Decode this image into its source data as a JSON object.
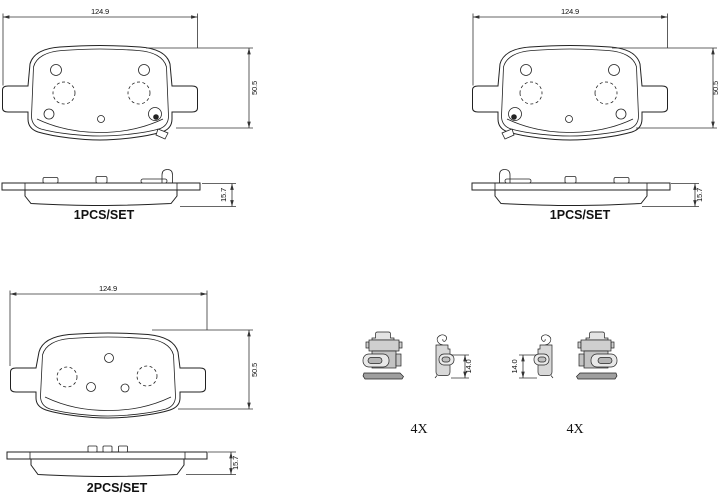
{
  "drawing": {
    "background": "#ffffff",
    "line_color": "#222222",
    "pad_outer_left": {
      "width_mm": "124.9",
      "height_mm": "50.5",
      "thickness_mm": "15.7",
      "set_label": "1PCS/SET"
    },
    "pad_outer_right": {
      "width_mm": "124.9",
      "height_mm": "50.5",
      "thickness_mm": "15.7",
      "set_label": "1PCS/SET"
    },
    "pad_inner": {
      "width_mm": "124.9",
      "height_mm": "50.5",
      "thickness_mm": "15.7",
      "set_label": "2PCS/SET"
    },
    "fitting_kit": {
      "clip_pair_left": {
        "height_mm": "14.0",
        "quantity": "4X"
      },
      "clip_pair_right": {
        "height_mm": "14.0",
        "quantity": "4X"
      }
    }
  }
}
